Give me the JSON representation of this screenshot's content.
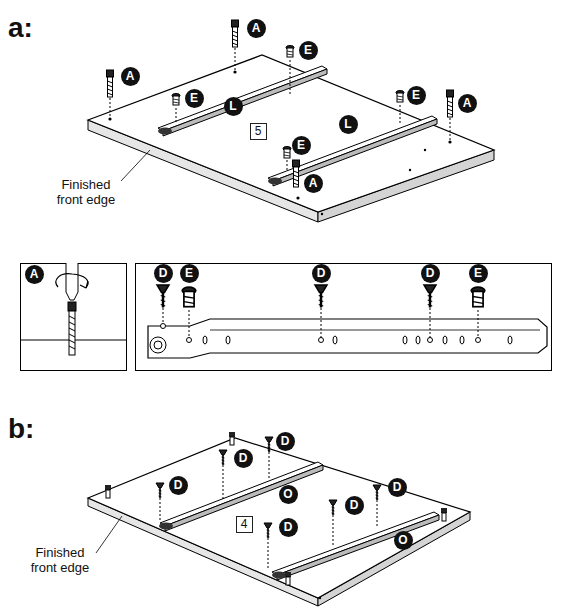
{
  "diagram": {
    "nodes": [
      {
        "text": [
          "A"
        ]
      },
      {
        "text": [
          "E"
        ]
      },
      {
        "text": [
          "A"
        ]
      },
      {
        "text": [
          "E"
        ]
      },
      {
        "text": [
          "E"
        ]
      },
      {
        "text": [
          "A"
        ]
      },
      {
        "text": [
          "L"
        ]
      },
      {
        "text": [
          "L"
        ]
      },
      {
        "text": [
          "5"
        ]
      },
      {
        "text": [
          "E"
        ]
      },
      {
        "text": [
          "A"
        ]
      },
      {
        "text": [
          "A"
        ]
      },
      {
        "text": [
          "D"
        ]
      },
      {
        "text": [
          "E"
        ]
      },
      {
        "text": [
          "D"
        ]
      },
      {
        "text": [
          "D"
        ]
      },
      {
        "text": [
          "E"
        ]
      },
      {
        "text": [
          "D"
        ]
      },
      {
        "text": [
          "D"
        ]
      },
      {
        "text": [
          "D"
        ]
      },
      {
        "text": [
          "D"
        ]
      },
      {
        "text": [
          "O"
        ]
      },
      {
        "text": [
          "D"
        ]
      },
      {
        "text": [
          "4"
        ]
      },
      {
        "text": [
          "D"
        ]
      },
      {
        "text": [
          "O"
        ]
      }
    ],
    "labels": [
      "a:",
      "Finished front edge",
      "b:",
      "Finished front edge"
    ]
  }
}
